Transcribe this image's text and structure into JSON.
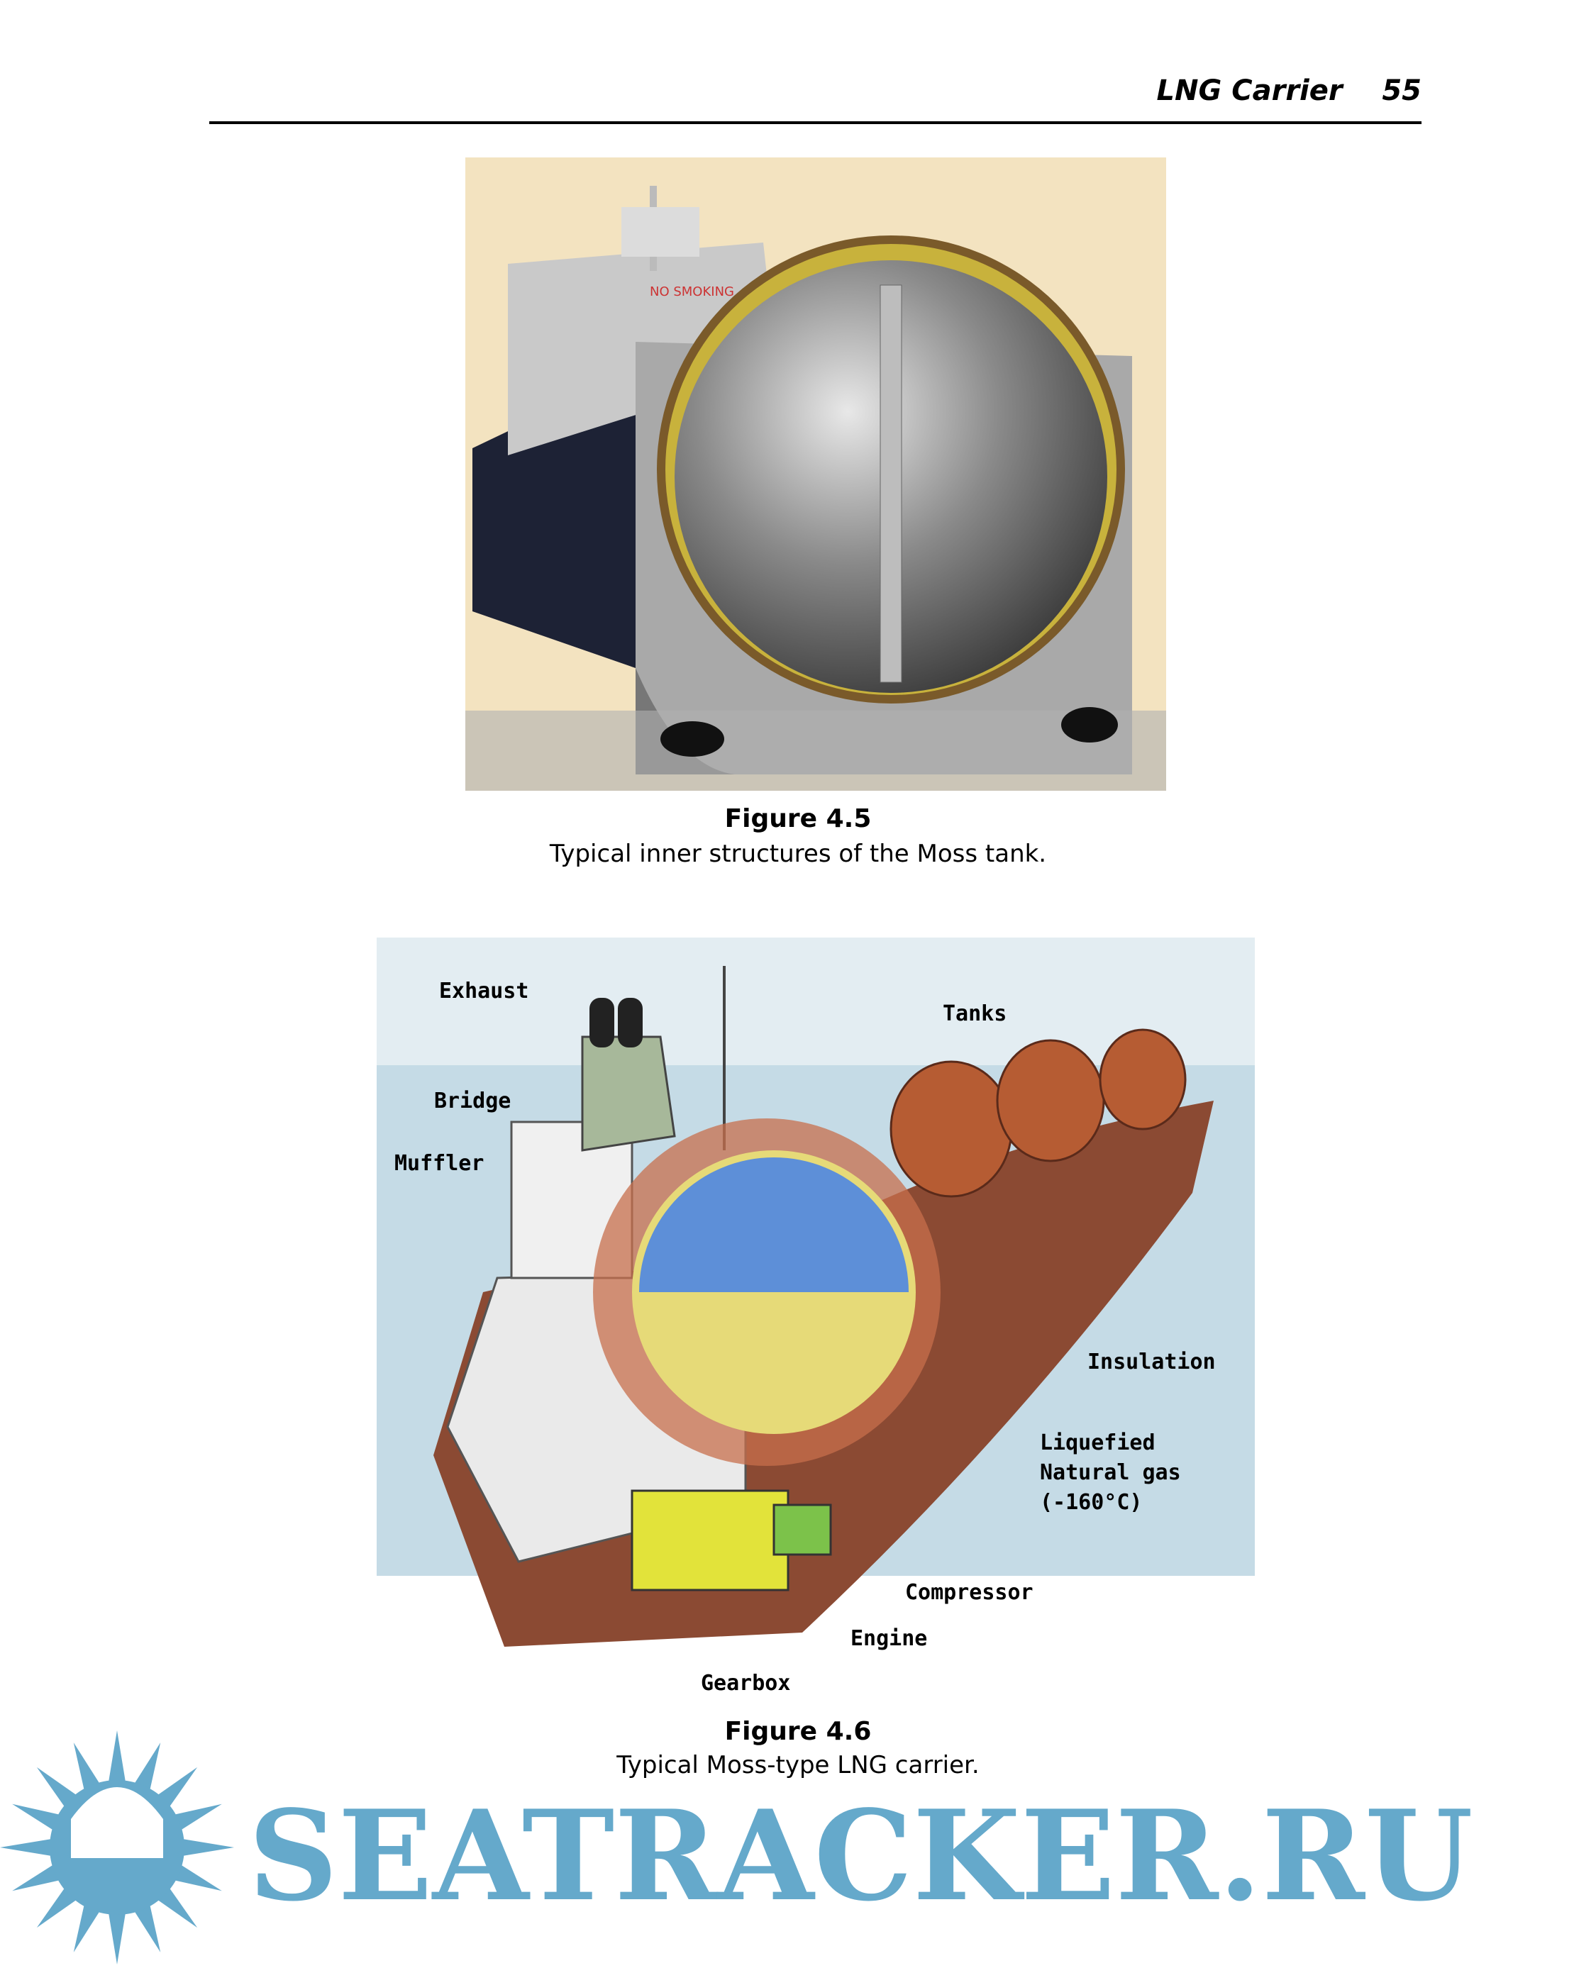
{
  "header": {
    "running_title": "LNG Carrier",
    "page_number": "55"
  },
  "figure_1": {
    "title": "Figure 4.5",
    "caption": "Typical inner structures of the Moss tank.",
    "image_text": "NO SMOKING"
  },
  "figure_2": {
    "title": "Figure 4.6",
    "caption": "Typical Moss-type LNG carrier.",
    "labels": {
      "exhaust": "Exhaust",
      "bridge": "Bridge",
      "muffler": "Muffler",
      "tanks": "Tanks",
      "insulation": "Insulation",
      "lng": "Liquefied\nNatural gas\n(-160°C)",
      "compressor": "Compressor",
      "engine": "Engine",
      "gearbox": "Gearbox"
    }
  },
  "watermark": {
    "text": "SEATRACKER.RU",
    "color": "#65a9cb"
  }
}
